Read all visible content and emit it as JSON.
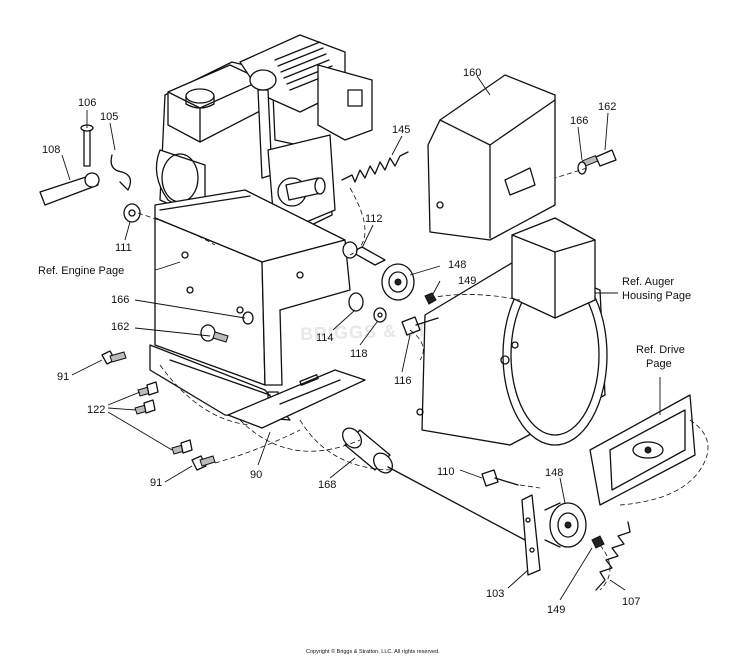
{
  "callouts": {
    "c106": "106",
    "c105": "105",
    "c108": "108",
    "c111": "111",
    "c160": "160",
    "c145": "145",
    "c162a": "162",
    "c166a": "166",
    "c112": "112",
    "c148a": "148",
    "c149a": "149",
    "c166b": "166",
    "c162b": "162",
    "c114": "114",
    "c118": "118",
    "c116": "116",
    "c91a": "91",
    "c122": "122",
    "c91b": "91",
    "c90": "90",
    "c168": "168",
    "c110": "110",
    "c148b": "148",
    "c103": "103",
    "c149b": "149",
    "c107": "107"
  },
  "references": {
    "engine": "Ref. Engine Page",
    "auger_line1": "Ref. Auger",
    "auger_line2": "Housing Page",
    "drive_line1": "Ref. Drive",
    "drive_line2": "Page"
  },
  "footer": {
    "copyright": "Copyright © Briggs & Stratton, LLC. All rights reserved."
  }
}
